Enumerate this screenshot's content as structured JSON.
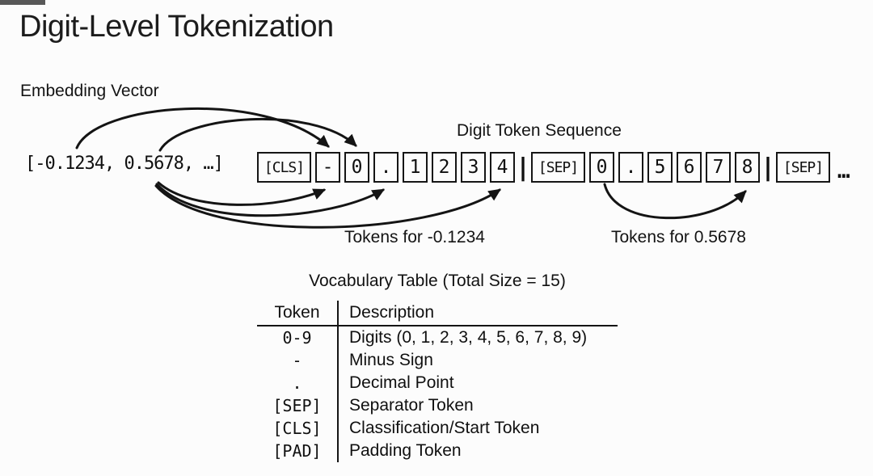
{
  "colors": {
    "ink": "#141414",
    "background": "#fcfcfc"
  },
  "header": {
    "title": "Digit-Level Tokenization"
  },
  "diagram": {
    "embedding_vector_label": "Embedding Vector",
    "vector_text": "[-0.1234, 0.5678, …]",
    "sequence_label": "Digit Token Sequence",
    "tokens_left_label": "Tokens for -0.1234",
    "tokens_right_label": "Tokens for 0.5678",
    "token_sequence": [
      {
        "text": "[CLS]",
        "kind": "special"
      },
      {
        "text": "-",
        "kind": "char"
      },
      {
        "text": "0",
        "kind": "char"
      },
      {
        "text": ".",
        "kind": "char"
      },
      {
        "text": "1",
        "kind": "char"
      },
      {
        "text": "2",
        "kind": "char"
      },
      {
        "text": "3",
        "kind": "char"
      },
      {
        "text": "4",
        "kind": "char"
      },
      {
        "text": "|",
        "kind": "divider"
      },
      {
        "text": "[SEP]",
        "kind": "special"
      },
      {
        "text": "0",
        "kind": "char"
      },
      {
        "text": ".",
        "kind": "char"
      },
      {
        "text": "5",
        "kind": "char"
      },
      {
        "text": "6",
        "kind": "char"
      },
      {
        "text": "7",
        "kind": "char"
      },
      {
        "text": "8",
        "kind": "char"
      },
      {
        "text": "|",
        "kind": "divider"
      },
      {
        "text": "[SEP]",
        "kind": "special"
      },
      {
        "text": "…",
        "kind": "ellipsis"
      }
    ]
  },
  "vocab_table": {
    "title": "Vocabulary Table (Total Size = 15)",
    "headers": {
      "token": "Token",
      "description": "Description"
    },
    "rows": [
      {
        "token": "0-9",
        "description": "Digits (0, 1, 2, 3, 4, 5, 6, 7, 8, 9)"
      },
      {
        "token": "-",
        "description": "Minus Sign"
      },
      {
        "token": ".",
        "description": "Decimal Point"
      },
      {
        "token": "[SEP]",
        "description": "Separator Token"
      },
      {
        "token": "[CLS]",
        "description": "Classification/Start Token"
      },
      {
        "token": "[PAD]",
        "description": "Padding Token"
      }
    ]
  }
}
